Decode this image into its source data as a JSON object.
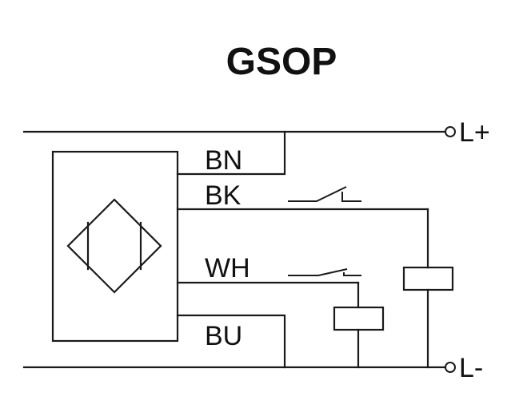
{
  "title": "GSOP",
  "terminals": {
    "positive": "L+",
    "negative": "L-"
  },
  "wires": {
    "brown": "BN",
    "black": "BK",
    "white": "WH",
    "blue": "BU"
  },
  "colors": {
    "line": "#1a1a1a",
    "background": "#ffffff"
  }
}
